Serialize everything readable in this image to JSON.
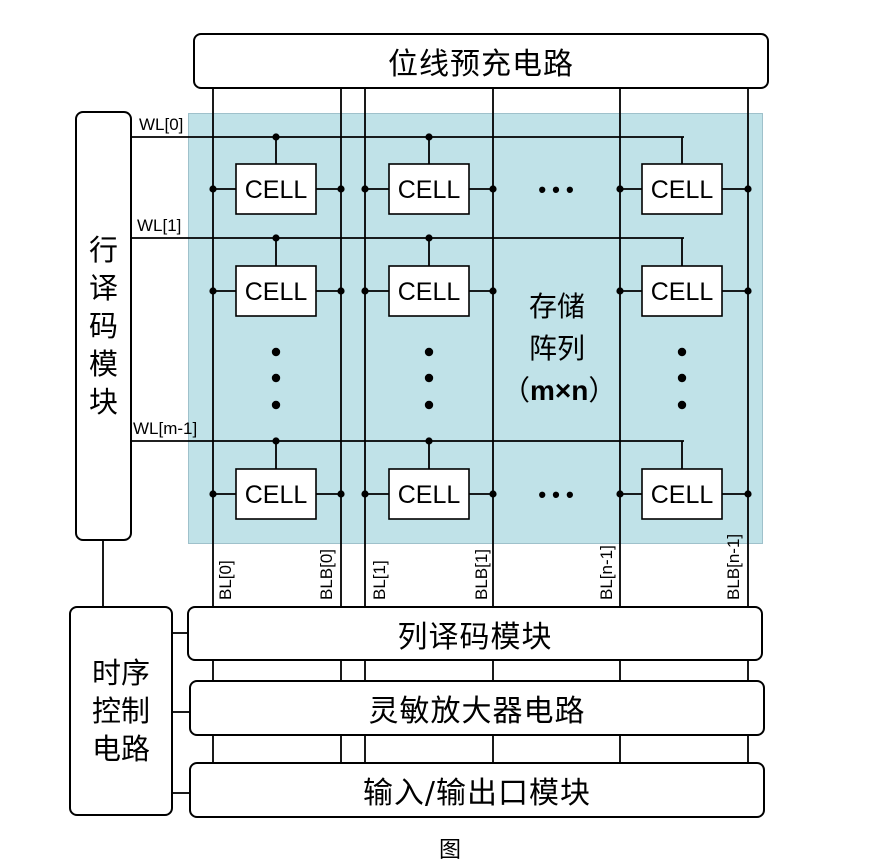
{
  "blocks": {
    "precharge": "位线预充电路",
    "row_decoder": "行译码模块",
    "column_decoder": "列译码模块",
    "sense_amp": "灵敏放大器电路",
    "io_module": "输入/输出口模块",
    "timing_control": "时序控制电路"
  },
  "array": {
    "label_line1": "存储",
    "label_line2": "阵列",
    "label_line3_open": "（",
    "label_line3_bold": "m×n",
    "label_line3_close": "）",
    "cell_label": "CELL",
    "ellipsis": "• • •"
  },
  "word_lines": [
    "WL[0]",
    "WL[1]",
    "WL[m-1]"
  ],
  "bit_lines": [
    "BL[0]",
    "BLB[0]",
    "BL[1]",
    "BLB[1]",
    "BL[n-1]",
    "BLB[n-1]"
  ],
  "caption": "图"
}
